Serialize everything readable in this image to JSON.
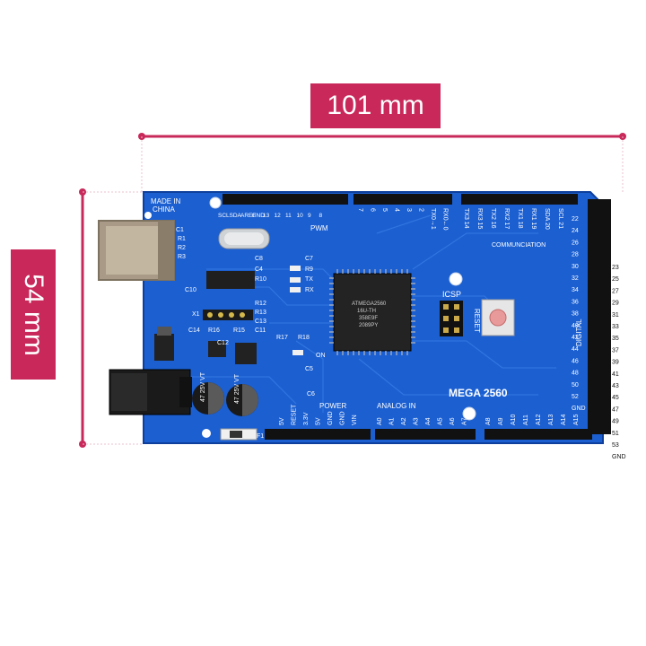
{
  "dimensions": {
    "width_label": "101 mm",
    "height_label": "54 mm",
    "accent_color": "#c8285a"
  },
  "board": {
    "name": "MEGA 2560",
    "made_in": "MADE IN",
    "country": "CHINA",
    "pwm_label": "PWM",
    "communication_label": "COMMUNCIATION",
    "power_label": "POWER",
    "analog_label": "ANALOG IN",
    "digital_label": "DIGITAL",
    "icsp_label": "ICSP",
    "reset_label": "RESET",
    "on_label": "ON",
    "chip_line1": "ATMEGA2560",
    "chip_line2": "16U-TH",
    "chip_line3": "358E9F",
    "chip_line4": "2089PY",
    "cap1_text": "47 25V VT",
    "cap2_text": "47 25V VT",
    "top_pins_left": [
      "SCL",
      "SDA",
      "AREF",
      "GND",
      "13",
      "12",
      "11",
      "10",
      "9",
      "8"
    ],
    "top_pins_mid": [
      "7",
      "6",
      "5",
      "4",
      "3",
      "2",
      "TX0→1",
      "RX0←0"
    ],
    "top_pins_right": [
      "TX3 14",
      "RX3 15",
      "TX2 16",
      "RX2 17",
      "TX1 18",
      "RX1 19",
      "SDA 20",
      "SCL 21"
    ],
    "bottom_power_pins": [
      "5V",
      "RESET",
      "3.3V",
      "5V",
      "GND",
      "GND",
      "VIN"
    ],
    "bottom_analog_pins_a": [
      "A0",
      "A1",
      "A2",
      "A3",
      "A4",
      "A5",
      "A6",
      "A7"
    ],
    "bottom_analog_pins_b": [
      "A8",
      "A9",
      "A10",
      "A11",
      "A12",
      "A13",
      "A14",
      "A15"
    ],
    "right_pins_left": [
      "22",
      "24",
      "26",
      "28",
      "30",
      "32",
      "34",
      "36",
      "38",
      "40",
      "42",
      "44",
      "46",
      "48",
      "50",
      "52",
      "GND"
    ],
    "right_pins_right": [
      "23",
      "25",
      "27",
      "29",
      "31",
      "33",
      "35",
      "37",
      "39",
      "41",
      "43",
      "45",
      "47",
      "49",
      "51",
      "53",
      "GND"
    ],
    "component_labels": [
      "C1",
      "R1",
      "R2",
      "R3",
      "C10",
      "C8",
      "C4",
      "R10",
      "C7",
      "R9",
      "TX",
      "RX",
      "R12",
      "R13",
      "C13",
      "C14",
      "R16",
      "R15",
      "C11",
      "C12",
      "R17",
      "R18",
      "C5",
      "C6",
      "X1",
      "F1"
    ]
  }
}
